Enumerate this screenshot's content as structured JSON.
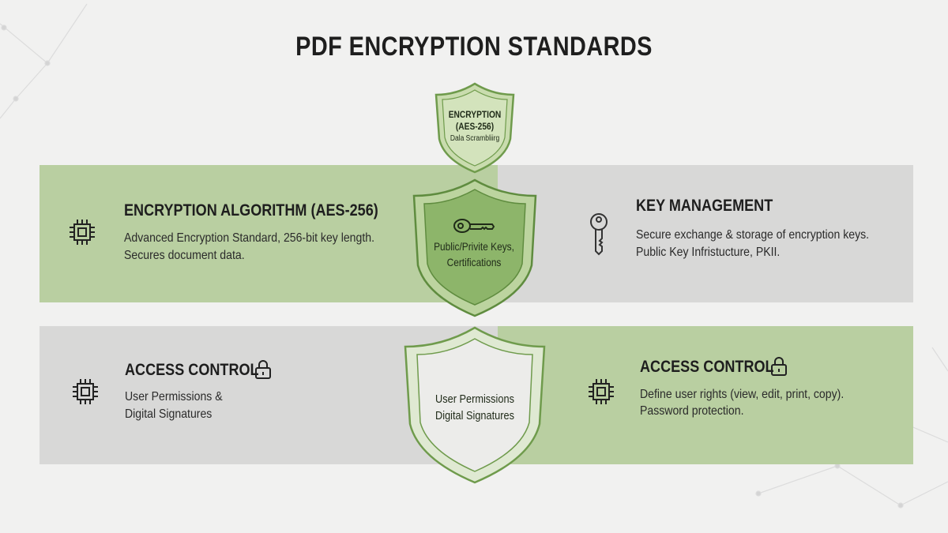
{
  "title": "PDF ENCRYPTION STANDARDS",
  "colors": {
    "green_panel": "#b9cfa1",
    "gray_panel": "#d8d8d7",
    "shield_green": "#6f9b4c",
    "background": "#f1f1f0"
  },
  "top_shield": {
    "line1": "ENCRYPTION",
    "line2": "(AES-256)",
    "line3": "Dala Scrambliirg"
  },
  "middle_shield": {
    "icon": "key-icon",
    "line1": "Public/Privite Keys,",
    "line2": "Certifications"
  },
  "bottom_shield": {
    "line1": "User Permissions",
    "line2": "Digital Signatures"
  },
  "panels": [
    {
      "icon": "chip-icon",
      "heading": "ENCRYPTION ALGORITHM (AES-256)",
      "line1": "Advanced Encryption Standard, 256-bit key length.",
      "line2": "Secures document data."
    },
    {
      "icon": "key-icon",
      "heading": "KEY MANAGEMENT",
      "line1": "Secure exchange & storage of encryption keys.",
      "line2": "Public Key Infristucture, PKII."
    },
    {
      "icon": "chip-icon",
      "heading": "ACCESS CONTROL",
      "heading_icon": "lock-icon",
      "line1": "User Permissions &",
      "line2": "Digital Signatures"
    },
    {
      "icon": "chip-icon",
      "heading": "ACCESS CONTROL",
      "heading_icon": "lock-icon",
      "line1": "Define user rights (view, edit, print, copy).",
      "line2": "Password protection."
    }
  ]
}
